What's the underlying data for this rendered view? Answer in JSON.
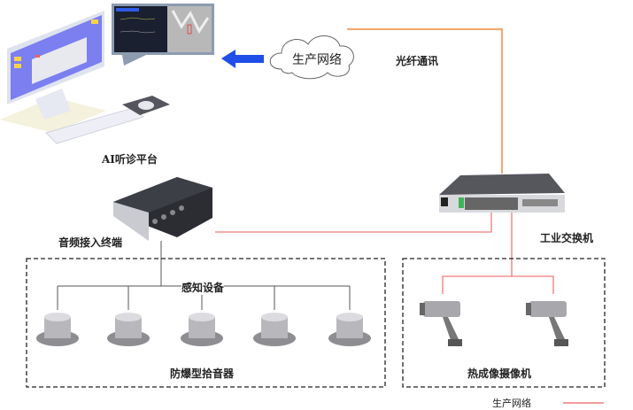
{
  "labels": {
    "platform": "AI听诊平台",
    "network_cloud": "生产网络",
    "fiber": "光纤通讯",
    "audio_terminal": "音频接入终端",
    "switch": "工业交换机",
    "sensing": "感知设备",
    "pickups": "防爆型拾音器",
    "cameras": "热成像摄像机",
    "legend": "生产网络"
  },
  "colors": {
    "fiber_line": "#f08a3c",
    "network_line": "#f07a7a",
    "arrow": "#1f4ee8",
    "monitor_screen": "#7b7ff0"
  },
  "icons": {
    "computer": "desktop-computer",
    "screen_preview": "dashboard-screenshot",
    "cloud": "cloud",
    "terminal": "audio-terminal-device",
    "switch": "network-switch",
    "pickup": "explosion-proof-microphone",
    "camera": "thermal-camera"
  }
}
